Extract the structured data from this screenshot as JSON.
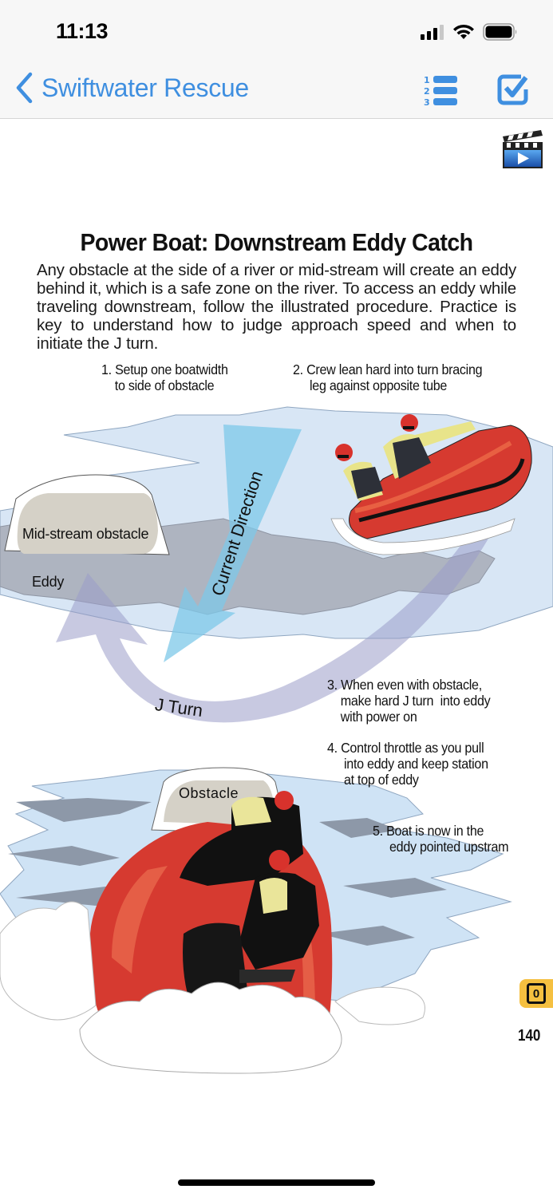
{
  "status_bar": {
    "time": "11:13",
    "icons": [
      "cellular-signal-icon",
      "wifi-icon",
      "battery-icon"
    ]
  },
  "nav_bar": {
    "back_label": "Swiftwater Rescue",
    "icons": [
      "numbered-list-icon",
      "checkbox-checked-icon"
    ],
    "accent_color": "#3f8fe0"
  },
  "page": {
    "video_icon": "video-clapper-play-icon",
    "title": "Power Boat: Downstream Eddy Catch",
    "intro": "Any obstacle at the side of a river or mid-stream will create an eddy behind it, which is a safe zone on the river. To access an eddy while traveling downstream, follow the illustrated procedure. Practice is key to understand how to judge approach speed and when to initiate the J turn.",
    "steps": [
      "1. Setup one boatwidth\n    to side of obstacle",
      "2. Crew lean hard into turn bracing\n     leg against opposite tube",
      "3. When even with obstacle,\n    make hard J turn  into eddy\n    with power on",
      "4. Control throttle as you pull\n     into eddy and keep station\n     at top of eddy",
      "5. Boat is now in the\n     eddy pointed upstram"
    ],
    "illustration_labels": {
      "mid_stream_obstacle": "Mid-stream obstacle",
      "eddy": "Eddy",
      "current_direction": "Current Direction",
      "j_turn": "J Turn",
      "obstacle": "Obstacle"
    },
    "badge_label": "0",
    "page_number": "140"
  }
}
